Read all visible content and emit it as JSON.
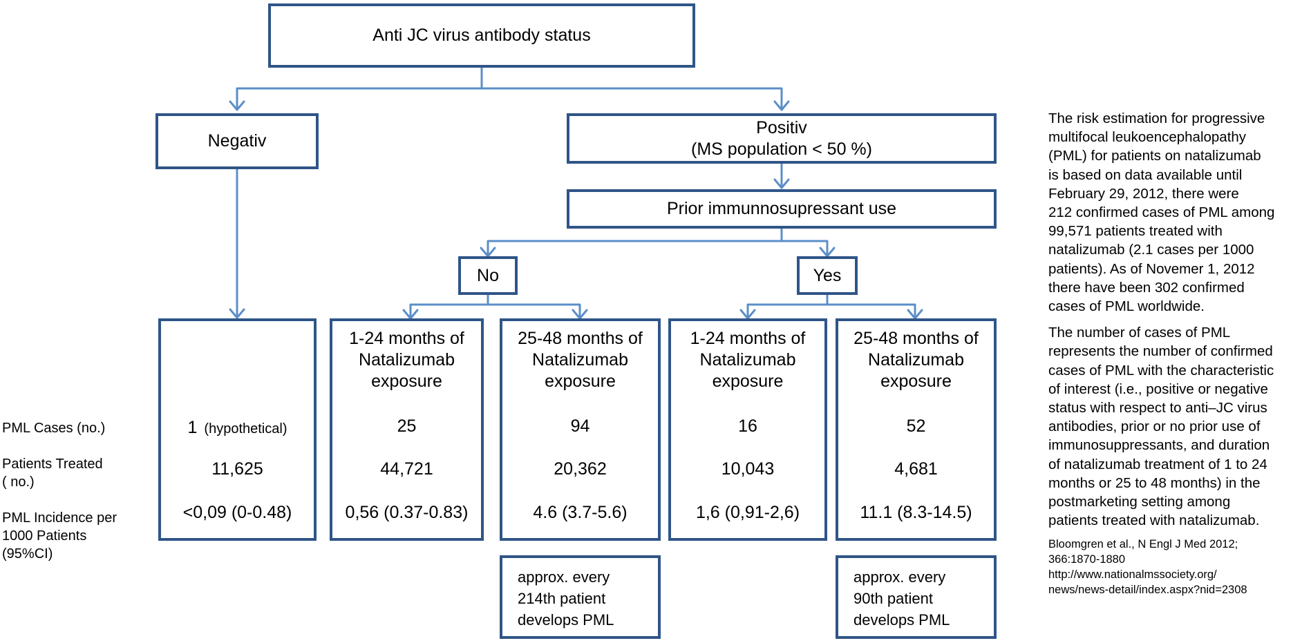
{
  "root": "Anti JC virus antibody status",
  "negative": "Negativ",
  "positive": {
    "line1": "Positiv",
    "line2": "(MS population < 50 %)"
  },
  "prior": "Prior immunnosupressant use",
  "no": "No",
  "yes": "Yes",
  "row_labels": {
    "cases": "PML Cases (no.)",
    "treated_1": "Patients Treated",
    "treated_2": "( no.)",
    "incidence_1": "PML Incidence per",
    "incidence_2": "1000 Patients",
    "incidence_3": "(95%CI)"
  },
  "columns": [
    {
      "cases": "1",
      "note": "(hypothetical)",
      "treated": "11,625",
      "incidence": "<0,09 (0-0.48)"
    },
    {
      "h1": "1-24 months of",
      "h2": "Natalizumab",
      "h3": "exposure",
      "cases": "25",
      "treated": "44,721",
      "incidence": "0,56 (0.37-0.83)"
    },
    {
      "h1": "25-48 months of",
      "h2": "Natalizumab",
      "h3": "exposure",
      "cases": "94",
      "treated": "20,362",
      "incidence": "4.6 (3.7-5.6)"
    },
    {
      "h1": "1-24 months of",
      "h2": "Natalizumab",
      "h3": "exposure",
      "cases": "16",
      "treated": "10,043",
      "incidence": "1,6 (0,91-2,6)"
    },
    {
      "h1": "25-48 months of",
      "h2": "Natalizumab",
      "h3": "exposure",
      "cases": "52",
      "treated": "4,681",
      "incidence": "11.1 (8.3-14.5)"
    }
  ],
  "notes": [
    {
      "l1": "approx. every",
      "l2": "214th patient",
      "l3": "develops PML"
    },
    {
      "l1": "approx. every",
      "l2": "90th patient",
      "l3": "develops PML"
    }
  ],
  "sidebar": {
    "para1": [
      "The risk estimation for progressive",
      "multifocal leukoencephalopathy",
      "(PML) for patients on natalizumab",
      "is based on data available until",
      "February 29, 2012, there were",
      "212 confirmed cases of PML among",
      "99,571 patients treated with",
      "natalizumab (2.1 cases per 1000",
      "patients). As of Novemer 1, 2012",
      "there have been 302 confirmed",
      "cases of PML worldwide."
    ],
    "para2": [
      "The number of cases of PML",
      "represents the number of confirmed",
      "cases of PML with the characteristic",
      "of interest (i.e., positive or negative",
      "status with respect to anti–JC virus",
      "antibodies, prior or no prior use of",
      "immunosuppressants, and duration",
      "of natalizumab treatment of 1 to 24",
      "months or 25 to 48 months) in the",
      "postmarketing setting among",
      "patients treated with natalizumab."
    ],
    "citation": [
      "Bloomgren et al., N Engl J Med 2012;",
      "366:1870-1880",
      "http://www.nationalmssociety.org/",
      "news/news-detail/index.aspx?nid=2308"
    ]
  },
  "colors": {
    "box_border": "#2f5588",
    "connector": "#5b8ec9"
  }
}
